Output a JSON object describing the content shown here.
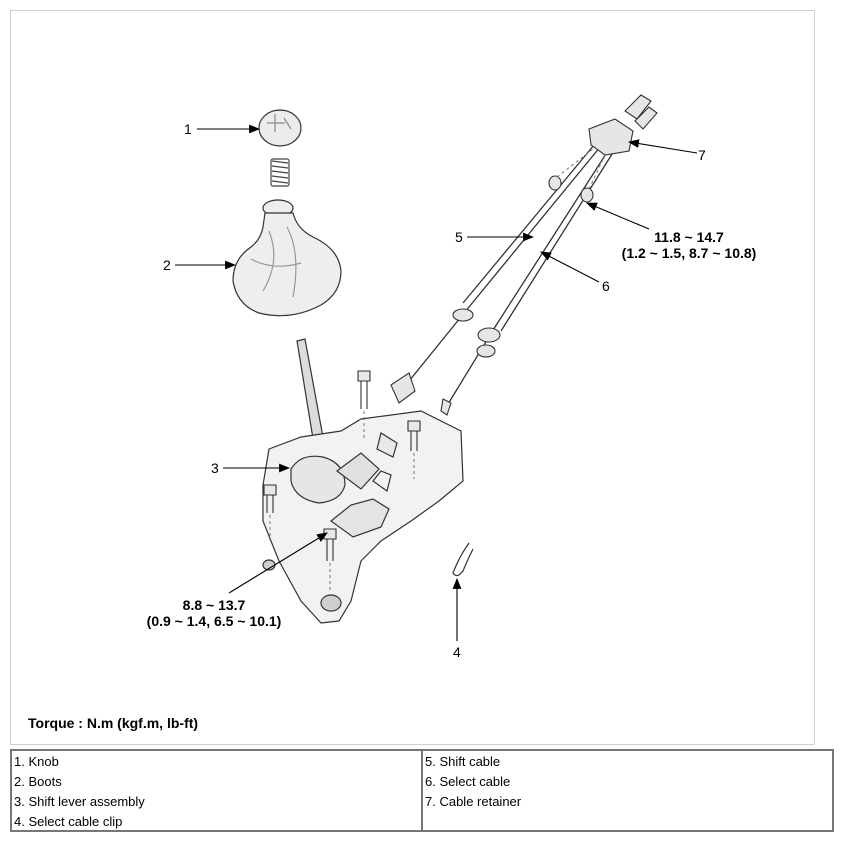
{
  "diagram": {
    "callouts": [
      "1",
      "2",
      "3",
      "4",
      "5",
      "6",
      "7"
    ],
    "torque_lever": {
      "line1": "8.8 ~ 13.7",
      "line2": "(0.9 ~ 1.4, 6.5 ~ 10.1)"
    },
    "torque_cable": {
      "line1": "11.8 ~ 14.7",
      "line2": "(1.2 ~ 1.5, 8.7 ~ 10.8)"
    },
    "unit_note": "Torque : N.m (kgf.m, lb-ft)"
  },
  "legend": {
    "left": [
      "1. Knob",
      "2. Boots",
      "3. Shift lever assembly",
      "4. Select cable clip"
    ],
    "right": [
      "5. Shift cable",
      "6. Select cable",
      "7. Cable retainer"
    ]
  }
}
